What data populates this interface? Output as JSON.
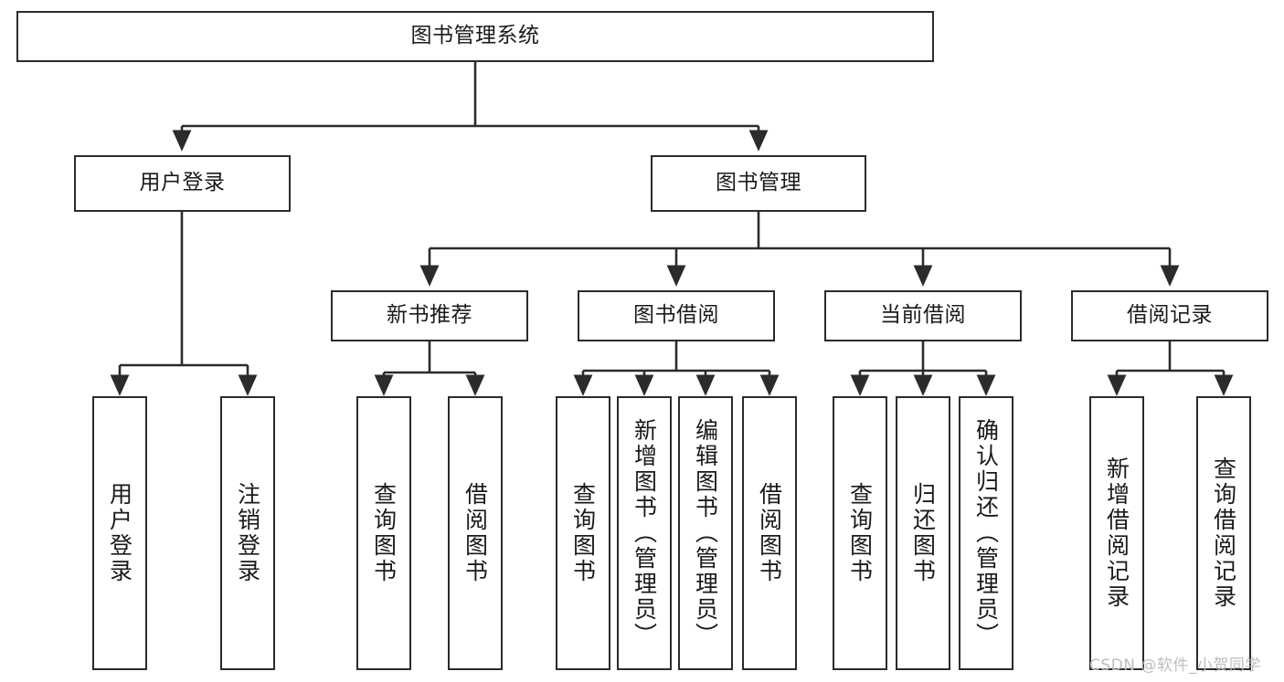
{
  "diagram": {
    "title": "图书管理系统",
    "type": "hierarchy-tree",
    "levels": 4,
    "nodes": {
      "root": {
        "label": "图书管理系统"
      },
      "l2": [
        {
          "id": "user-login",
          "label": "用户登录"
        },
        {
          "id": "book-manage",
          "label": "图书管理"
        }
      ],
      "l3": [
        {
          "id": "new-book-recommend",
          "label": "新书推荐"
        },
        {
          "id": "book-borrow",
          "label": "图书借阅"
        },
        {
          "id": "current-borrow",
          "label": "当前借阅"
        },
        {
          "id": "borrow-record",
          "label": "借阅记录"
        }
      ],
      "leaves": [
        {
          "id": "leaf-user-login",
          "label": "用户登录",
          "parent": "user-login"
        },
        {
          "id": "leaf-logout-login",
          "label": "注销登录",
          "parent": "user-login"
        },
        {
          "id": "leaf-query-book-1",
          "label": "查询图书",
          "parent": "new-book-recommend"
        },
        {
          "id": "leaf-borrow-book-1",
          "label": "借阅图书",
          "parent": "new-book-recommend"
        },
        {
          "id": "leaf-query-book-2",
          "label": "查询图书",
          "parent": "book-borrow"
        },
        {
          "id": "leaf-add-book",
          "label": "新增图书（管理员）",
          "parent": "book-borrow"
        },
        {
          "id": "leaf-edit-book",
          "label": "编辑图书（管理员）",
          "parent": "book-borrow"
        },
        {
          "id": "leaf-borrow-book-2",
          "label": "借阅图书",
          "parent": "book-borrow"
        },
        {
          "id": "leaf-query-book-3",
          "label": "查询图书",
          "parent": "current-borrow"
        },
        {
          "id": "leaf-return-book",
          "label": "归还图书",
          "parent": "current-borrow"
        },
        {
          "id": "leaf-confirm-return",
          "label": "确认归还（管理员）",
          "parent": "current-borrow"
        },
        {
          "id": "leaf-add-record",
          "label": "新增借阅记录",
          "parent": "borrow-record"
        },
        {
          "id": "leaf-query-record",
          "label": "查询借阅记录",
          "parent": "borrow-record"
        }
      ]
    },
    "colors": {
      "stroke": "#2b2b2b",
      "fill": "#ffffff",
      "text": "#1a1a1a",
      "watermark": "#bdbdbd"
    }
  },
  "watermark": {
    "text": "CSDN @软件_小贺同学"
  }
}
